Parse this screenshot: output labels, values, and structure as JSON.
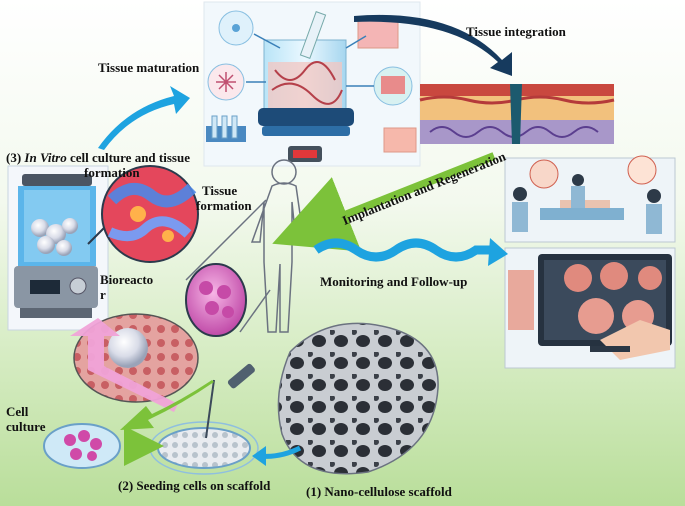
{
  "labels": {
    "tissue_maturation": "Tissue maturation",
    "tissue_integration": "Tissue integration",
    "step3_prefix": "(3) ",
    "step3_italic": "In Vitro",
    "step3_rest": " cell culture and tissue",
    "step3_line2": "formation",
    "tissue_formation_1": "Tissue",
    "tissue_formation_2": "formation",
    "bioreactor_1": "Bioreacto",
    "bioreactor_2": "r",
    "implantation": "Implantation and Regeneration",
    "monitoring": "Monitoring and Follow-up",
    "cell_culture_1": "Cell",
    "cell_culture_2": "culture",
    "step2": "(2) Seeding cells on scaffold",
    "step1": "(1) Nano-cellulose scaffold"
  },
  "colors": {
    "arrow_blue": "#1ea3e0",
    "arrow_green": "#7cc23a",
    "arrow_pink": "#f0a3d8",
    "arrow_navy": "#163a5e",
    "frame_blue": "#5aa3d6"
  },
  "icons": {
    "bioreactor": "bioreactor-icon",
    "human": "human-silhouette-icon",
    "scaffold": "porous-scaffold-icon",
    "petri": "petri-dish-icon",
    "surgery": "surgery-scene-icon",
    "monitor": "monitor-screen-icon"
  }
}
